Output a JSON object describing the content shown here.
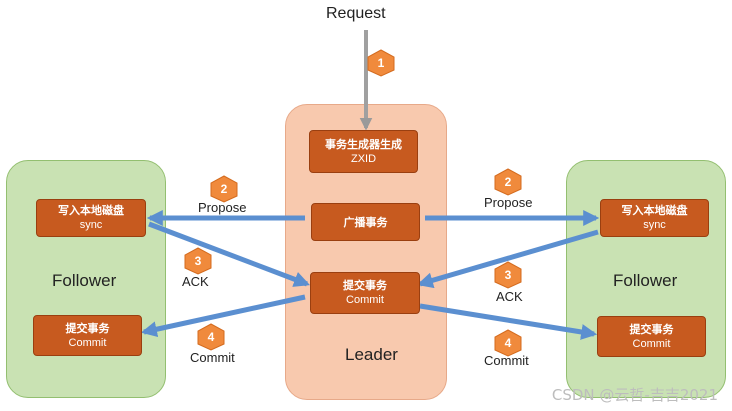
{
  "request_label": "Request",
  "leader": {
    "title": "Leader",
    "zxid_box": {
      "zh": "事务生成器生成",
      "en": "ZXID"
    },
    "broadcast_box": {
      "zh": "广播事务"
    },
    "commit_box": {
      "zh": "提交事务",
      "en": "Commit"
    }
  },
  "follower_left": {
    "title": "Follower",
    "sync_box": {
      "zh": "写入本地磁盘",
      "en": "sync"
    },
    "commit_box": {
      "zh": "提交事务",
      "en": "Commit"
    }
  },
  "follower_right": {
    "title": "Follower",
    "sync_box": {
      "zh": "写入本地磁盘",
      "en": "sync"
    },
    "commit_box": {
      "zh": "提交事务",
      "en": "Commit"
    }
  },
  "steps": {
    "s1": "1",
    "s2_left": "2",
    "propose_left": "Propose",
    "s2_right": "2",
    "propose_right": "Propose",
    "s3_left": "3",
    "ack_left": "ACK",
    "s3_right": "3",
    "ack_right": "ACK",
    "s4_left": "4",
    "commit_left": "Commit",
    "s4_right": "4",
    "commit_right": "Commit"
  },
  "colors": {
    "follower_panel": "#c9e2b3",
    "leader_panel": "#f8c9ae",
    "box": "#c75a1f",
    "arrow": "#5b8fd0",
    "badge": "#f08a3c"
  },
  "watermark": "CSDN @云哲-吉吉2021"
}
